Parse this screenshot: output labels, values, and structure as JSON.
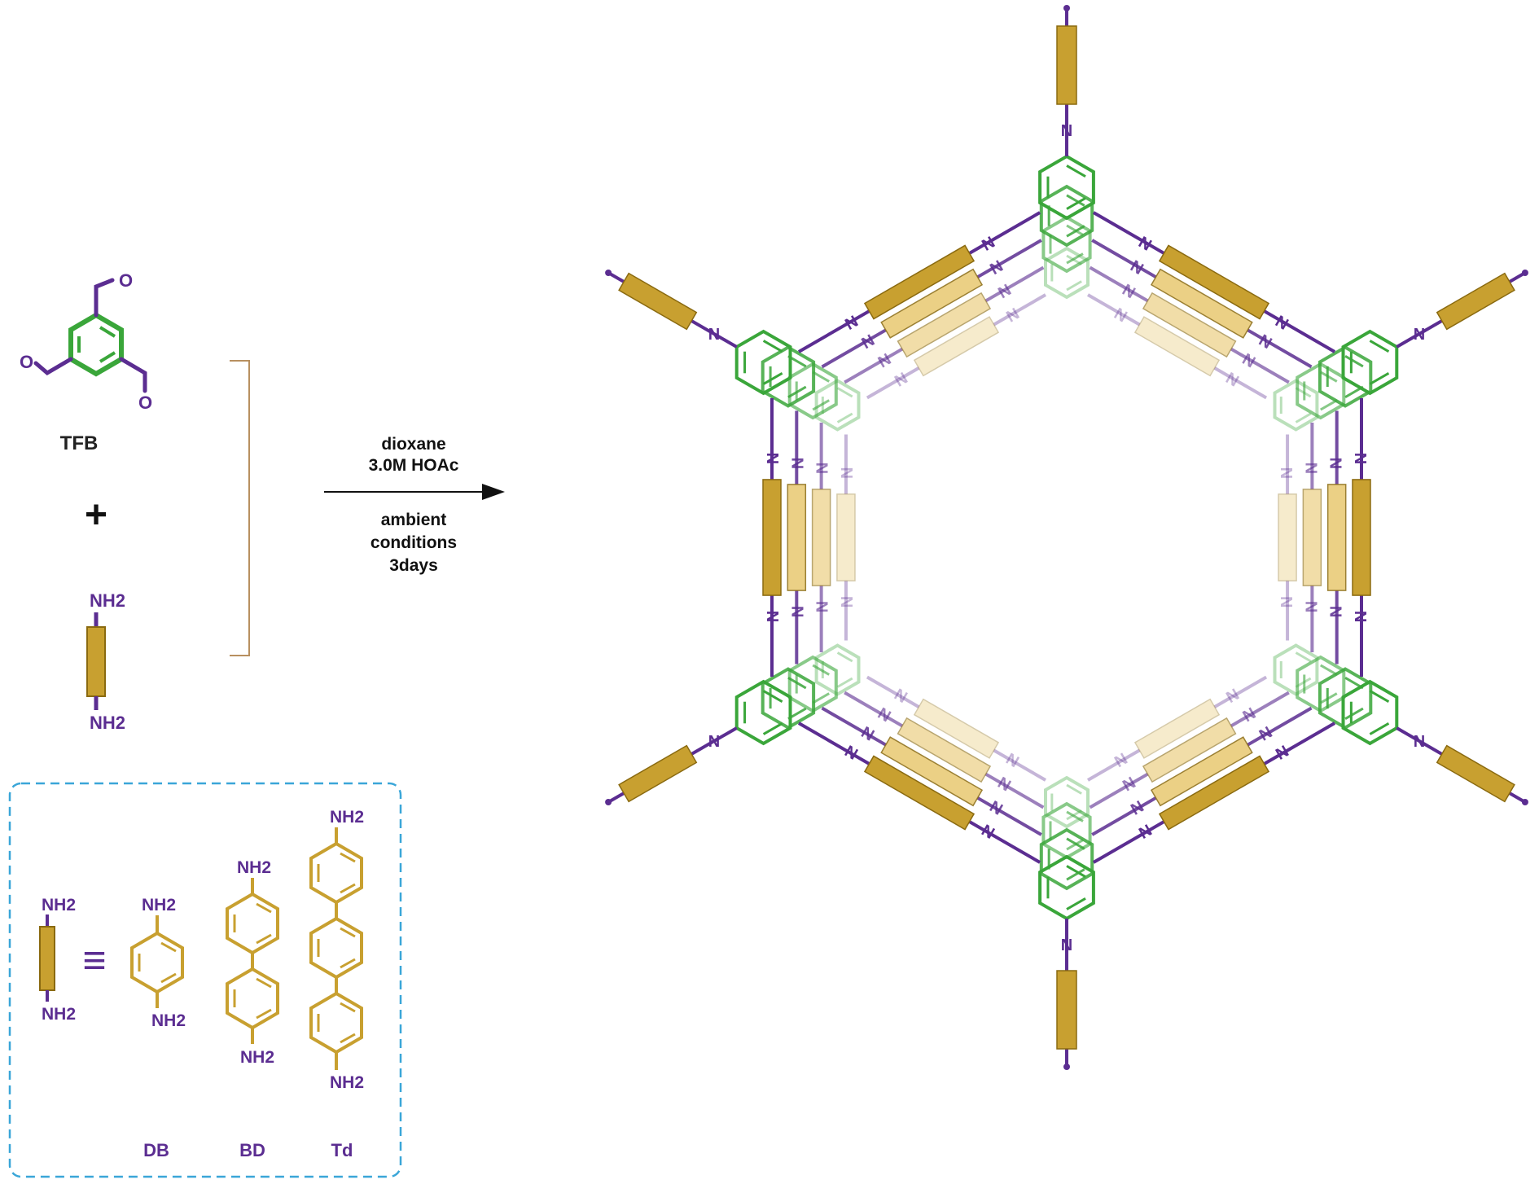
{
  "colors": {
    "linker": "#5b2d91",
    "core": "#3aa63a",
    "amine_block": "#c8a030",
    "amine_block_light": "#e8c870",
    "bracket": "#b89060",
    "inset_border": "#3aa6d8",
    "arrow": "#111111"
  },
  "reactants": {
    "aldehyde_oxygen": "O",
    "aldehyde_label": "TFB",
    "plus": "+",
    "amine_top": "NH2",
    "amine_bottom": "NH2"
  },
  "conditions": {
    "line1": "dioxane",
    "line2": "3.0M HOAc",
    "line3": "ambient",
    "line4": "conditions",
    "line5": "3days"
  },
  "framework": {
    "imine_atom": "N"
  },
  "inset": {
    "generic_top": "NH2",
    "generic_bottom": "NH2",
    "equivalence": "≡",
    "db_top": "NH2",
    "db_bottom": "NH2",
    "db_label": "DB",
    "bd_top": "NH2",
    "bd_bottom": "NH2",
    "bd_label": "BD",
    "td_top": "NH2",
    "td_bottom": "NH2",
    "td_label": "Td"
  }
}
